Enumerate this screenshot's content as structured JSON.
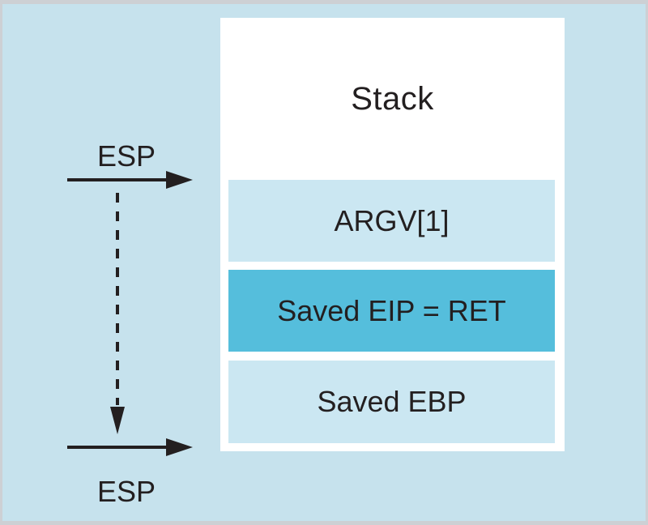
{
  "colors": {
    "background": "#c6e2ed",
    "frame": "#cdd0d4",
    "stack_box": "#ffffff",
    "cell_light": "#cbe7f2",
    "cell_highlight": "#55bedc",
    "text": "#231f20",
    "arrow": "#231f20"
  },
  "stack": {
    "title": "Stack",
    "cells": [
      {
        "label": "ARGV[1]",
        "highlighted": false
      },
      {
        "label": "Saved EIP = RET",
        "highlighted": true
      },
      {
        "label": "Saved EBP",
        "highlighted": false
      }
    ]
  },
  "esp": {
    "top_label": "ESP",
    "bottom_label": "ESP"
  }
}
